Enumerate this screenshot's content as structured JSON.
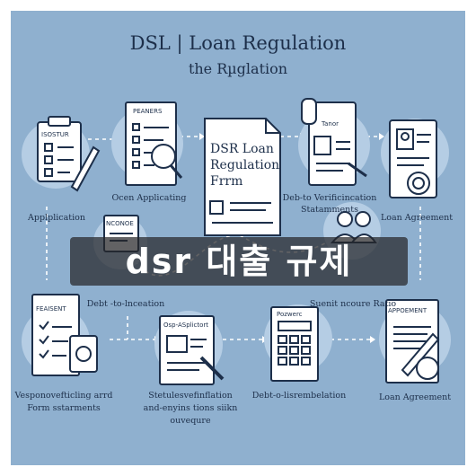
{
  "title": "DSL | Loan Regulation",
  "subtitle": "the Rµglation",
  "banner": "dsr 대출 규제",
  "center_doc": {
    "line1": "DSR Loan",
    "line2": "Regulation",
    "line3": "Frrm"
  },
  "nodes": {
    "application": {
      "label": "Applplication",
      "doc": "ISOSTUR"
    },
    "open_applicating": {
      "label": "Ocen Applicating",
      "doc": "PEANERS"
    },
    "debt_verification": {
      "label1": "Deb-to Verificincation",
      "label2": "Statamments",
      "doc": "Tanor"
    },
    "loan_agreement_top": {
      "label": "Loan Agreement"
    },
    "debt_inceation": {
      "label": "Debt -to-lnceation",
      "doc": "NCONOE"
    },
    "submit_income": {
      "label": "Suenit ncoure Ratio"
    },
    "feaisent": {
      "label1": "Vesponovefticling arrd",
      "label2": "Form sstarments",
      "doc": "FEAISENT"
    },
    "osp": {
      "label1": "Stetulesvefinflation",
      "label2": "and-enyins tions siikn",
      "label3": "ouvequre",
      "doc": "Osp-ASplictort"
    },
    "debt_remb": {
      "label": "Debt-o-lisrembelation",
      "doc": "Pozwerc"
    },
    "loan_agreement_bottom": {
      "label": "Loan Agreement",
      "doc": "APPOEMENT"
    }
  },
  "colors": {
    "background": "#8fb0cf",
    "circle": "#b5cde4",
    "ink": "#1d2f4a",
    "paper": "#ffffff"
  }
}
